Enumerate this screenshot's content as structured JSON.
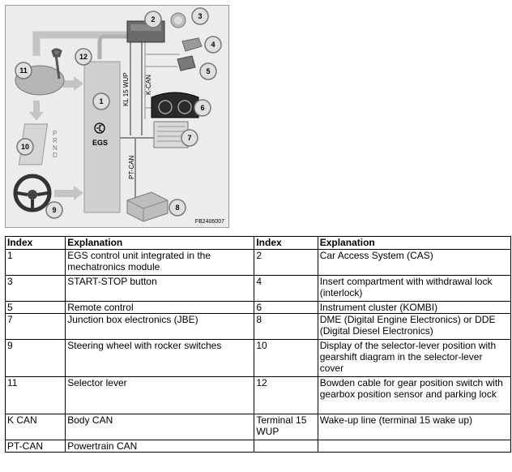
{
  "diagram": {
    "callouts": [
      "1",
      "2",
      "3",
      "4",
      "5",
      "6",
      "7",
      "8",
      "9",
      "10",
      "11",
      "12"
    ],
    "central_label": "EGS",
    "line_labels": {
      "kl15": "KL 15 WUP",
      "kcan": "K-CAN",
      "ptcan": "PT-CAN"
    },
    "gear_letters": [
      "P",
      "R",
      "N",
      "D"
    ],
    "figure_code": "FB2406007",
    "colors": {
      "box": "#cfcfcf",
      "arrow": "#b8b8b8",
      "line": "#8c8c8c"
    }
  },
  "table": {
    "headers": [
      "Index",
      "Explanation",
      "Index",
      "Explanation"
    ],
    "rows": [
      [
        "1",
        "EGS control unit integrated in the mechatronics module",
        "2",
        "Car Access System (CAS)"
      ],
      [
        "3",
        "START-STOP button",
        "4",
        "Insert compartment with withdrawal lock (interlock)"
      ],
      [
        "5",
        "Remote control",
        "6",
        "Instrument cluster (KOMBI)"
      ],
      [
        "7",
        "Junction box electronics (JBE)",
        "8",
        "DME (Digital Engine Electronics) or DDE (Digital Diesel Electronics)"
      ],
      [
        "9",
        "Steering wheel with rocker switches",
        "10",
        "Display of the selector-lever position with gearshift diagram in the selector-lever cover"
      ],
      [
        "11",
        "Selector lever",
        "12",
        "Bowden cable for gear position switch with gearbox position sensor and parking lock"
      ],
      [
        "K CAN",
        "Body CAN",
        "Terminal 15 WUP",
        "Wake-up line (terminal 15 wake up)"
      ],
      [
        "PT-CAN",
        "Powertrain CAN",
        "",
        ""
      ]
    ]
  }
}
